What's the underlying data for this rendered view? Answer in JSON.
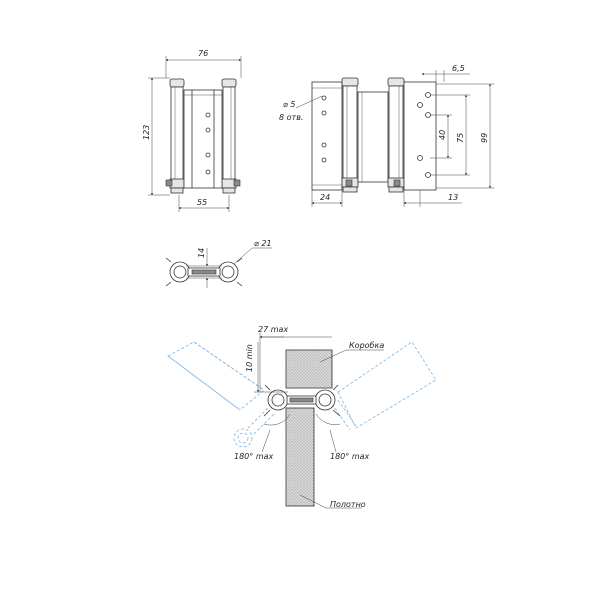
{
  "dimensions": {
    "front_width": "76",
    "front_height": "123",
    "front_base_width": "55",
    "side_hole_dia": "⌀ 5",
    "side_hole_count": "8 отв.",
    "side_offset_top": "6,5",
    "side_pitch_inner": "40",
    "side_pitch_mid": "75",
    "side_total_height": "99",
    "side_bottom_left": "24",
    "side_bottom_right": "13",
    "plan_thickness": "14",
    "plan_diameter": "⌀ 21",
    "install_gap": "27 max",
    "install_leaf_gap": "10 min",
    "install_angle_left": "180° max",
    "install_angle_right": "180° max"
  },
  "labels": {
    "frame": "Коробка",
    "door_leaf": "Полотно"
  }
}
